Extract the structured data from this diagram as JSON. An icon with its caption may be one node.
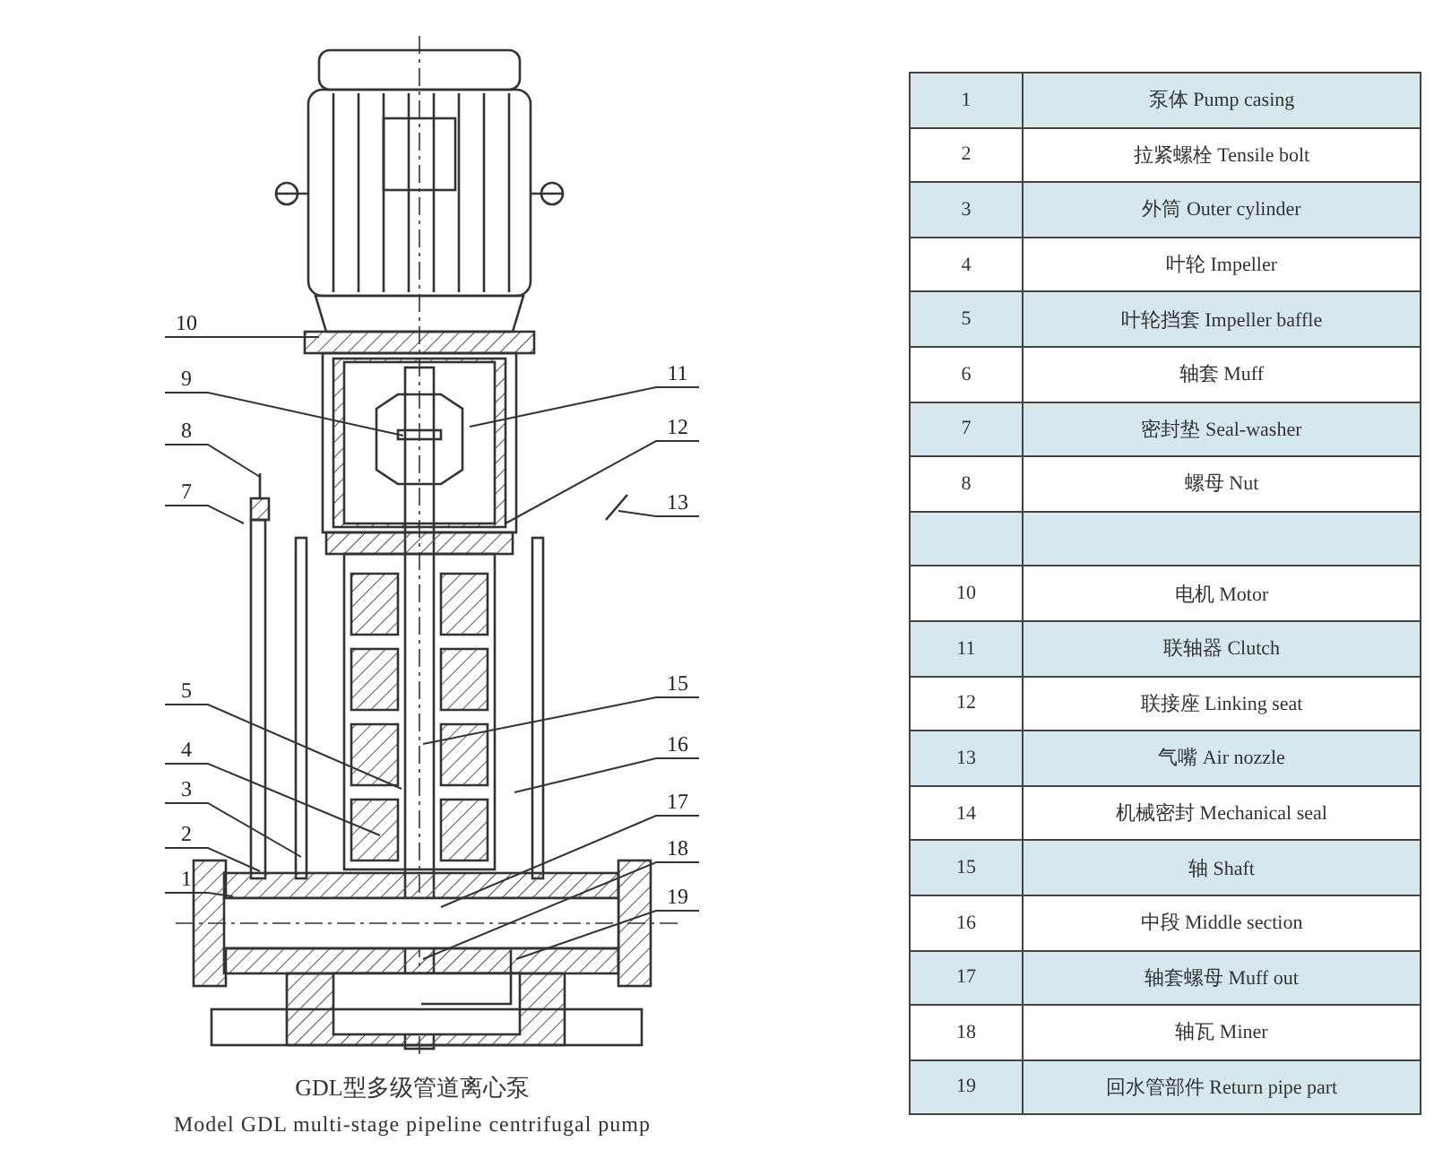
{
  "diagram": {
    "caption": "GDL型多级管道离心泵",
    "nodes": [
      {
        "text": [
          "10"
        ]
      },
      {
        "text": [
          "9"
        ]
      },
      {
        "text": [
          "11"
        ]
      },
      {
        "text": [
          "8"
        ]
      },
      {
        "text": [
          "12"
        ]
      },
      {
        "text": [
          "7"
        ]
      },
      {
        "text": [
          "13"
        ]
      },
      {
        "text": [
          "15"
        ]
      },
      {
        "text": [
          "5"
        ]
      },
      {
        "text": [
          "16"
        ]
      },
      {
        "text": [
          "4"
        ]
      },
      {
        "text": [
          "3"
        ]
      },
      {
        "text": [
          "17"
        ]
      },
      {
        "text": [
          "2"
        ]
      },
      {
        "text": [
          "18"
        ]
      },
      {
        "text": [
          "1"
        ]
      },
      {
        "text": [
          "19"
        ]
      }
    ],
    "edges": [
      {
        "from": 0,
        "to": null,
        "arrow": "none"
      },
      {
        "from": 1,
        "to": null,
        "arrow": "none"
      },
      {
        "from": 2,
        "to": null,
        "arrow": "none"
      },
      {
        "from": 3,
        "to": null,
        "arrow": "none"
      },
      {
        "from": 4,
        "to": null,
        "arrow": "none"
      },
      {
        "from": 5,
        "to": null,
        "arrow": "none"
      },
      {
        "from": 6,
        "to": null,
        "arrow": "none"
      },
      {
        "from": 7,
        "to": null,
        "arrow": "none"
      },
      {
        "from": 8,
        "to": null,
        "arrow": "none"
      },
      {
        "from": 9,
        "to": null,
        "arrow": "none"
      },
      {
        "from": 10,
        "to": null,
        "arrow": "none"
      },
      {
        "from": 11,
        "to": null,
        "arrow": "none"
      },
      {
        "from": 12,
        "to": null,
        "arrow": "none"
      },
      {
        "from": 13,
        "to": null,
        "arrow": "none"
      },
      {
        "from": 14,
        "to": null,
        "arrow": "none"
      },
      {
        "from": 15,
        "to": null,
        "arrow": "none"
      },
      {
        "from": 16,
        "to": null,
        "arrow": "none"
      }
    ],
    "labels": [
      "1",
      "泵体 Pump casing",
      "2",
      "拉紧螺栓 Tensile bolt",
      "3",
      "外筒 Outer cylinder",
      "4",
      "叶轮 Impeller",
      "5",
      "叶轮挡套 Impeller baffle",
      "6",
      "轴套 Muff",
      "7",
      "密封垫 Seal-washer",
      "8",
      "螺母 Nut",
      "10",
      "电机 Motor",
      "11",
      "联轴器 Clutch",
      "12",
      "联接座 Linking seat",
      "13",
      "气嘴 Air nozzle",
      "14",
      "机械密封 Mechanical seal",
      "15",
      "轴 Shaft",
      "16",
      "中段 Middle section",
      "17",
      "轴套螺母 Muff out",
      "18",
      "轴瓦 Miner",
      "19",
      "回水管部件 Return pipe part",
      "Model GDL multi-stage pipeline centrifugal pump"
    ]
  }
}
